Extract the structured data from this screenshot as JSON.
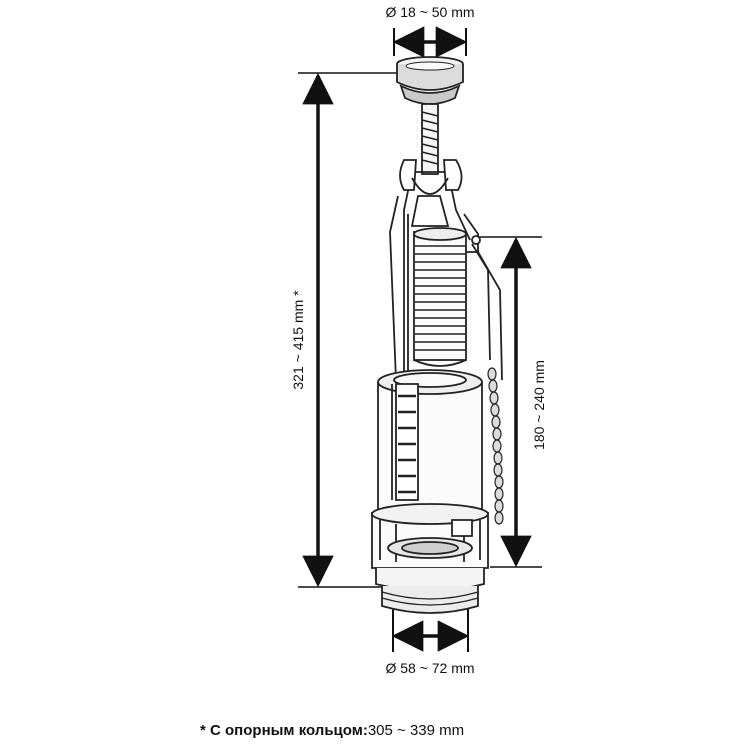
{
  "dimensions": {
    "top_diameter": "Ø 18 ~ 50 mm",
    "total_height": "321 ~ 415 mm *",
    "flush_height": "180 ~ 240 mm",
    "bottom_diameter": "Ø 58 ~ 72 mm"
  },
  "footnote": {
    "star": "*",
    "label": "С опорным кольцом:",
    "value": "305 ~ 339 mm"
  }
}
